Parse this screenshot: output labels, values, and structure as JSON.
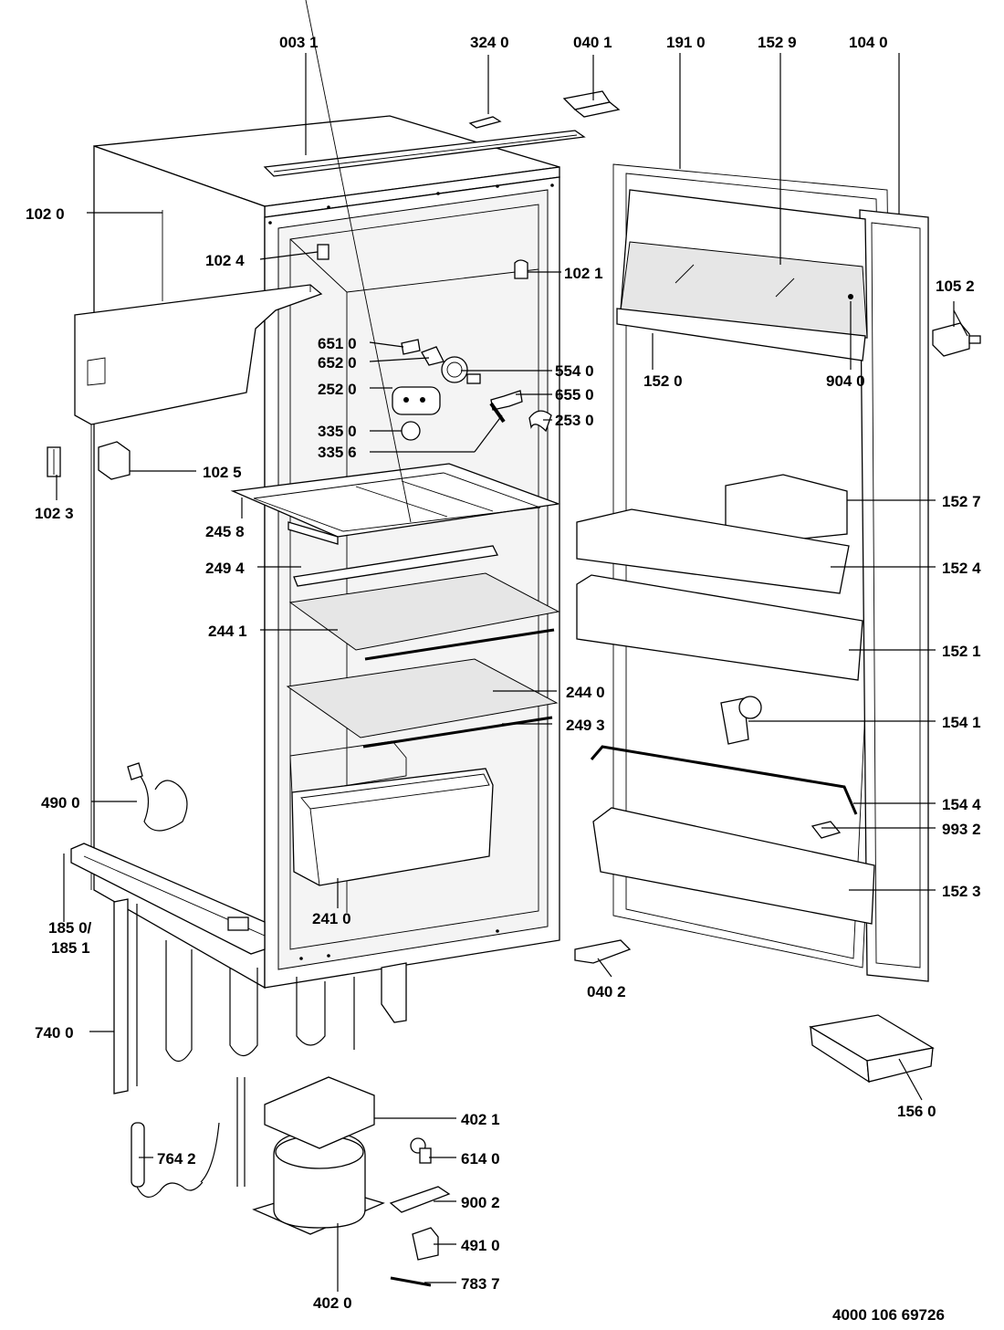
{
  "labels": {
    "l0031": "003 1",
    "l3240": "324 0",
    "l0401": "040 1",
    "l1910": "191 0",
    "l1529": "152 9",
    "l1040": "104 0",
    "l1020": "102 0",
    "l1024": "102 4",
    "l1021": "102 1",
    "l1052": "105 2",
    "l6510": "651 0",
    "l6520": "652 0",
    "l5540": "554 0",
    "l2520": "252 0",
    "l6550": "655 0",
    "l2530": "253 0",
    "l1520": "152 0",
    "l9040": "904 0",
    "l3350": "335 0",
    "l3356": "335 6",
    "l1023": "102 3",
    "l1025": "102 5",
    "l2458": "245 8",
    "l1527": "152 7",
    "l2494": "249 4",
    "l1524": "152 4",
    "l2441": "244 1",
    "l1521": "152 1",
    "l2440": "244 0",
    "l2493": "249 3",
    "l1541": "154 1",
    "l4900": "490 0",
    "l1544": "154 4",
    "l9932": "993 2",
    "l1850": "185 0/",
    "l1851": "185 1",
    "l2410": "241 0",
    "l1523": "152 3",
    "l0402": "040 2",
    "l7400": "740 0",
    "l1560": "156 0",
    "l4021": "402 1",
    "l7642": "764 2",
    "l6140": "614 0",
    "l9002": "900 2",
    "l4910": "491 0",
    "l7837": "783 7",
    "l4020": "402 0"
  },
  "footer": {
    "doc_number": "4000 106 69726"
  }
}
